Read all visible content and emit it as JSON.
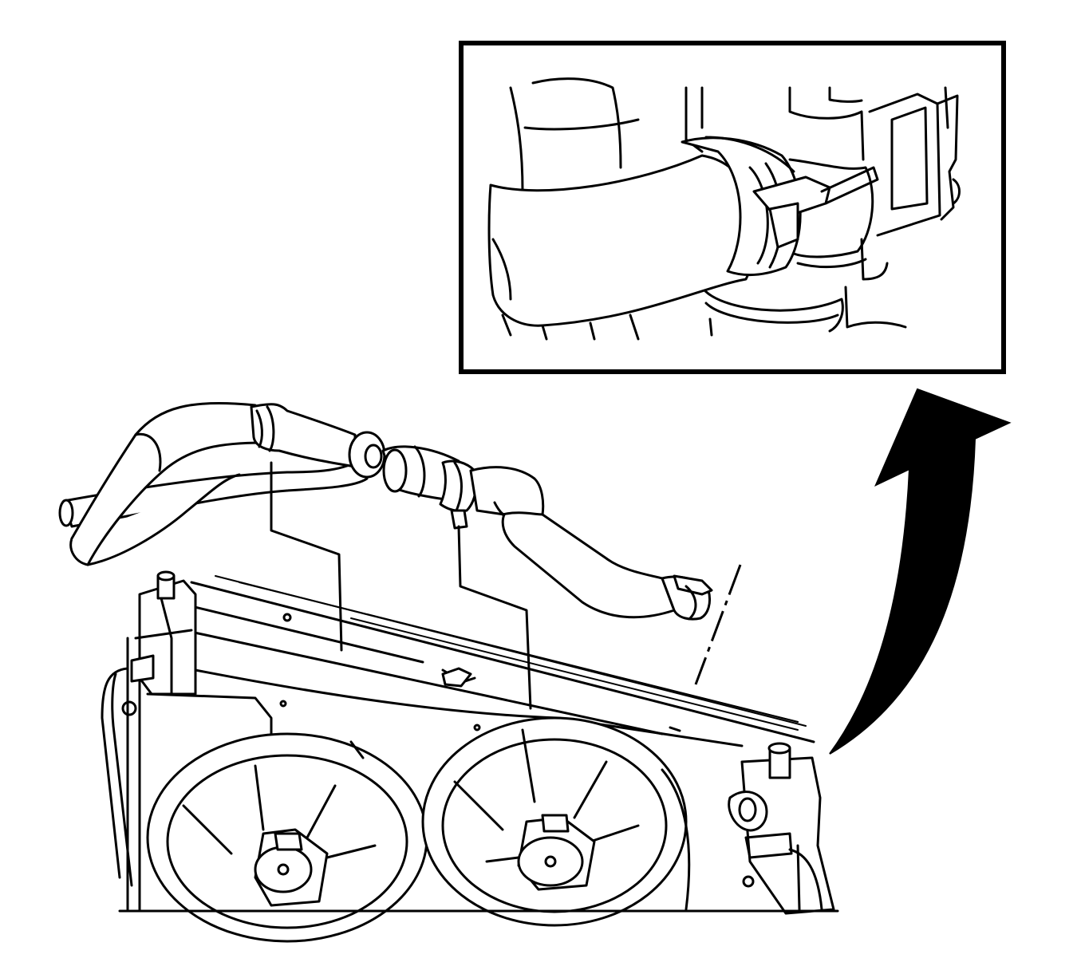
{
  "colors": {
    "background": "#ffffff",
    "line": "#000000"
  },
  "diagram": {
    "components": [
      "radiator-assembly",
      "cooling-fan-left",
      "cooling-fan-right",
      "upper-radiator-hose",
      "hose-clamp",
      "coolant-pipe",
      "inset-detail-view",
      "curved-pointer-arrow"
    ]
  }
}
